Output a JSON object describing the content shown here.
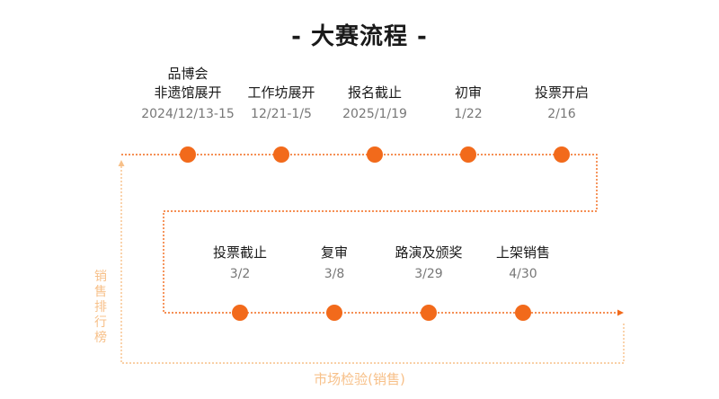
{
  "title": "- 大赛流程 -",
  "colors": {
    "accent": "#f26a1b",
    "accent_light": "#f7c089"
  },
  "row1": [
    {
      "label": "品博会\n非遗馆展开",
      "date": "2024/12/13-15"
    },
    {
      "label": "工作坊展开",
      "date": "12/21-1/5"
    },
    {
      "label": "报名截止",
      "date": "2025/1/19"
    },
    {
      "label": "初审",
      "date": "1/22"
    },
    {
      "label": "投票开启",
      "date": "2/16"
    }
  ],
  "row2": [
    {
      "label": "投票截止",
      "date": "3/2"
    },
    {
      "label": "复审",
      "date": "3/8"
    },
    {
      "label": "路演及颁奖",
      "date": "3/29"
    },
    {
      "label": "上架销售",
      "date": "4/30"
    }
  ],
  "side_label": "销售排行榜",
  "bottom_label": "市场检验(销售)"
}
